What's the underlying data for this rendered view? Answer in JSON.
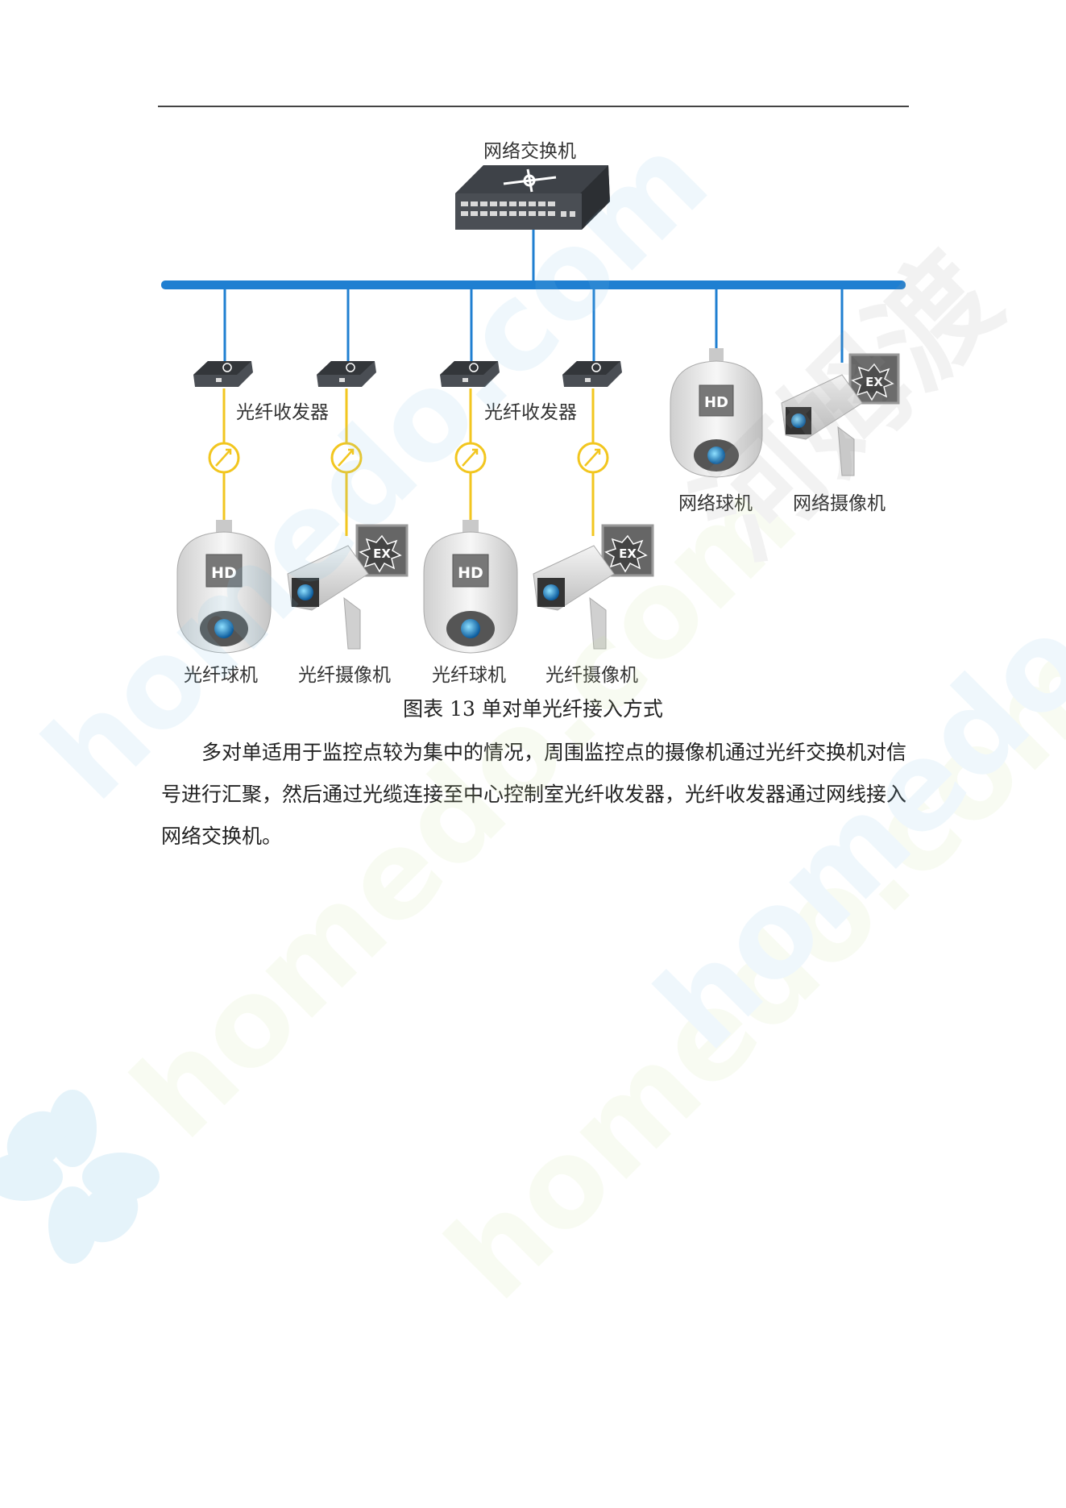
{
  "diagram": {
    "switch_label": "网络交换机",
    "transceiver_labels": [
      "光纤收发器",
      "光纤收发器"
    ],
    "network_dome_label": "网络球机",
    "network_camera_label": "网络摄像机",
    "fiber_camera_labels": [
      "光纤球机",
      "光纤摄像机",
      "光纤球机",
      "光纤摄像机"
    ],
    "hd_badge": "HD",
    "ex_badge": "EX",
    "colors": {
      "bus": "#1f7fd1",
      "fiber": "#f2c61f",
      "device": "#3b3f45"
    }
  },
  "caption": "图表 13 单对单光纤接入方式",
  "paragraph": "多对单适用于监控点较为集中的情况，周围监控点的摄像机通过光纤交换机对信号进行汇聚，然后通过光缆连接至中心控制室光纤收发器，光纤收发器通过网线接入网络交换机。",
  "watermark": {
    "text": "homedo.com",
    "brand": "河姆渡"
  }
}
